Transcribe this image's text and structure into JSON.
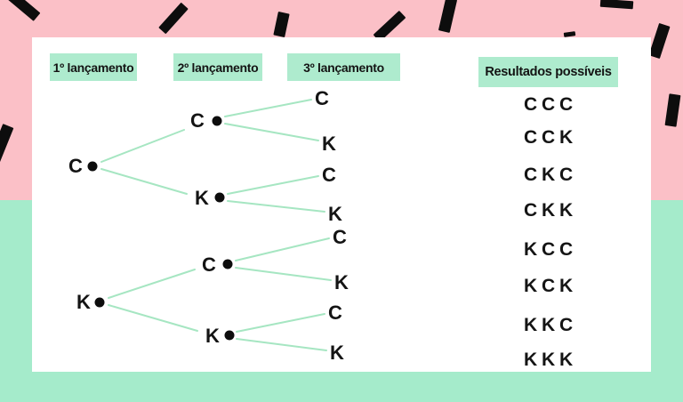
{
  "colors": {
    "background_top_pink": "#fbc0c7",
    "background_bottom_green": "#a5ebcb",
    "card_white": "#ffffff",
    "chip_mint": "#aeebce",
    "tree_line_mint": "#a6e6c2",
    "text_black": "#141414",
    "confetti_black": "#0d0d0d"
  },
  "headers": {
    "columns": [
      "1º lançamento",
      "2º lançamento",
      "3º lançamento",
      "Resultados possíveis"
    ]
  },
  "tree": {
    "level1": [
      "C",
      "K"
    ],
    "level2": [
      "C",
      "K",
      "C",
      "K"
    ],
    "level3": [
      "C",
      "K",
      "C",
      "K",
      "C",
      "K",
      "C",
      "K"
    ]
  },
  "results": [
    "C C C",
    "C C K",
    "C K C",
    "C K K",
    "K C C",
    "K C K",
    "K K C",
    "K K K"
  ]
}
